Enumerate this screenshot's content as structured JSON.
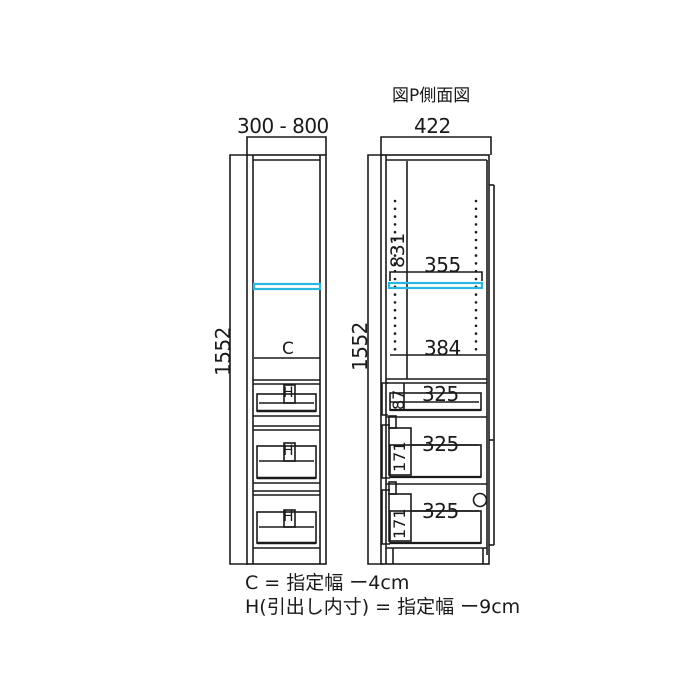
{
  "diagram": {
    "title_side_view": "図P側面図",
    "front_view": {
      "width_label": "300 - 800",
      "height_label": "1552",
      "compartment_label": "C",
      "drawer_labels": [
        "H",
        "H",
        "H"
      ]
    },
    "side_view": {
      "depth_label": "422",
      "height_label": "1552",
      "upper_inner_height": "831",
      "shelf_depth": "355",
      "inner_depth": "384",
      "drawers": [
        {
          "depth": "325",
          "height": "87"
        },
        {
          "depth": "325",
          "height": "171"
        },
        {
          "depth": "325",
          "height": "171"
        }
      ]
    },
    "notes": [
      "C = 指定幅 ー4cm",
      "H(引出し内寸) = 指定幅 ー9cm"
    ],
    "colors": {
      "line": "#1a1a1a",
      "shelf_highlight": "#29b6e0",
      "background": "#ffffff"
    }
  }
}
